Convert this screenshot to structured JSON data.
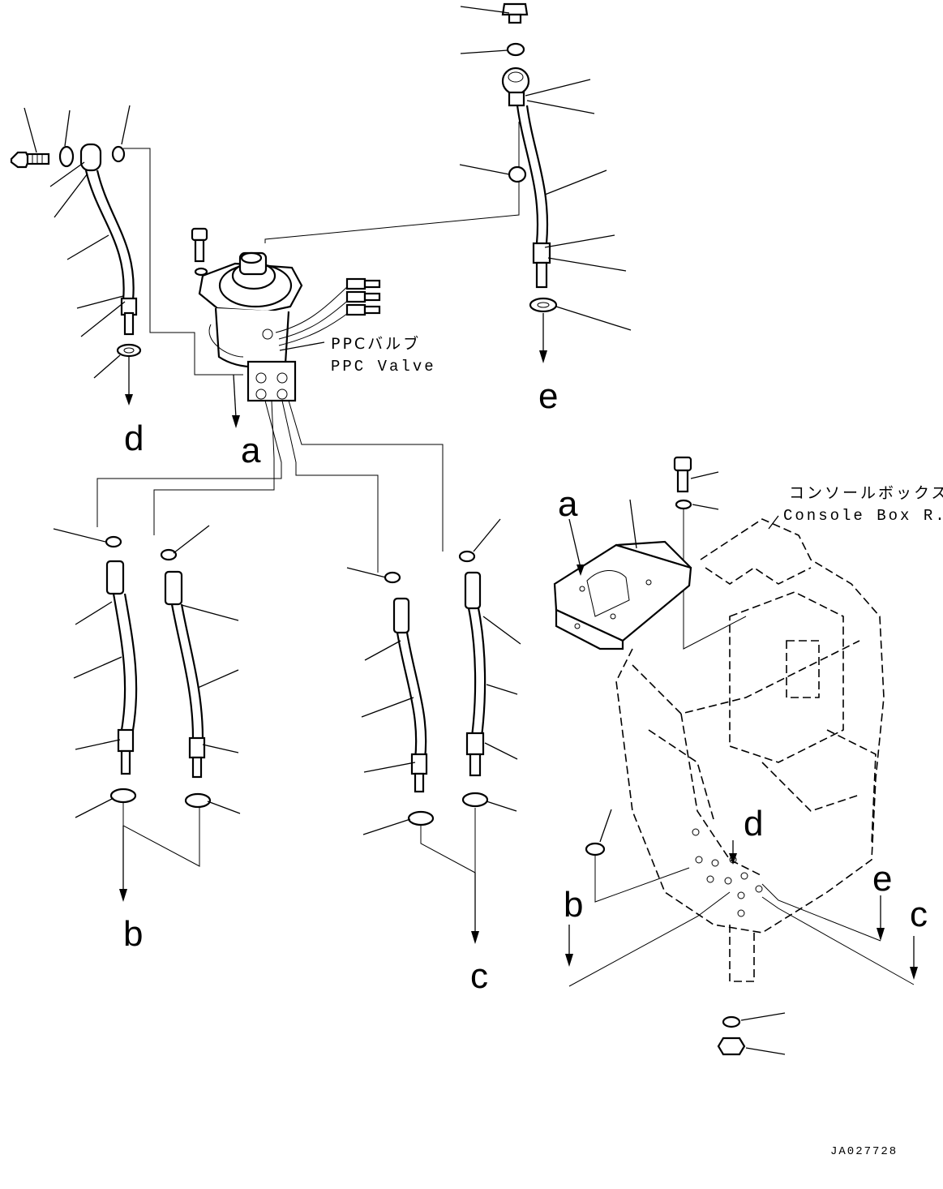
{
  "callouts": {
    "a_top": "a",
    "a_right": "a",
    "b_left": "b",
    "b_right": "b",
    "c_mid": "c",
    "c_right": "c",
    "d_left": "d",
    "d_right": "d",
    "e_top": "e",
    "e_right": "e"
  },
  "ppc_valve": {
    "label_jp": "PPCバルブ",
    "label_en": "PPC Valve"
  },
  "console_box": {
    "label_jp": "コンソールボックス右",
    "label_en": "Console Box R.H."
  },
  "drawing_code": "JA027728"
}
